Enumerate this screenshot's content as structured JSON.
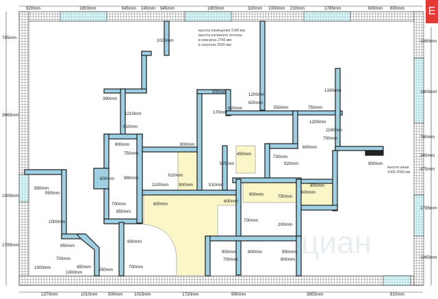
{
  "logo": "Е",
  "watermark": "циан",
  "notes": {
    "ceiling_lines": [
      "высота помещения 3180 мм",
      "высота натяжного потолка",
      "в комнатах 2750 мм",
      "в санузлах 2500 мм"
    ],
    "niche_lines": [
      "высота ниши",
      "1000-2500 мм"
    ]
  },
  "dims": {
    "top": [
      "920mm",
      "1800mm",
      "645mm",
      "245mm",
      "945mm",
      "1800mm",
      "320mm",
      "1000mm",
      "210mm",
      "1785mm",
      "600mm",
      "800mm"
    ],
    "bottom": [
      "1370mm",
      "1010mm",
      "500mm",
      "1015mm",
      "1720mm",
      "990mm",
      "3655mm",
      "810mm"
    ],
    "left": [
      "785mm",
      "3665mm",
      "1005mm",
      "1795mm"
    ],
    "right": [
      "1090mm",
      "1800mm",
      "780mm",
      "245mm",
      "475mm",
      "1795mm",
      "1065mm"
    ],
    "interior": [
      "1020mm",
      "390mm",
      "1210mm",
      "610mm",
      "800mm",
      "750mm",
      "600mm",
      "980mm",
      "700mm",
      "850mm",
      "800mm",
      "800mm",
      "610mm",
      "1100mm",
      "900mm",
      "510mm",
      "900mm",
      "170mm",
      "1200mm",
      "620mm",
      "620mm",
      "550mm",
      "750mm",
      "1330mm",
      "1200mm",
      "1180mm",
      "700mm",
      "800mm",
      "450mm",
      "730mm",
      "575mm",
      "920mm",
      "900mm",
      "800mm",
      "600mm",
      "900mm",
      "750mm",
      "600mm",
      "700mm",
      "200mm",
      "900mm",
      "800mm",
      "850mm",
      "700mm",
      "800mm",
      "950mm",
      "950mm",
      "1000mm",
      "950mm",
      "700mm",
      "450mm",
      "1000mm",
      "550mm",
      "1000mm",
      "800mm",
      "700mm",
      "900mm",
      "550mm"
    ]
  }
}
